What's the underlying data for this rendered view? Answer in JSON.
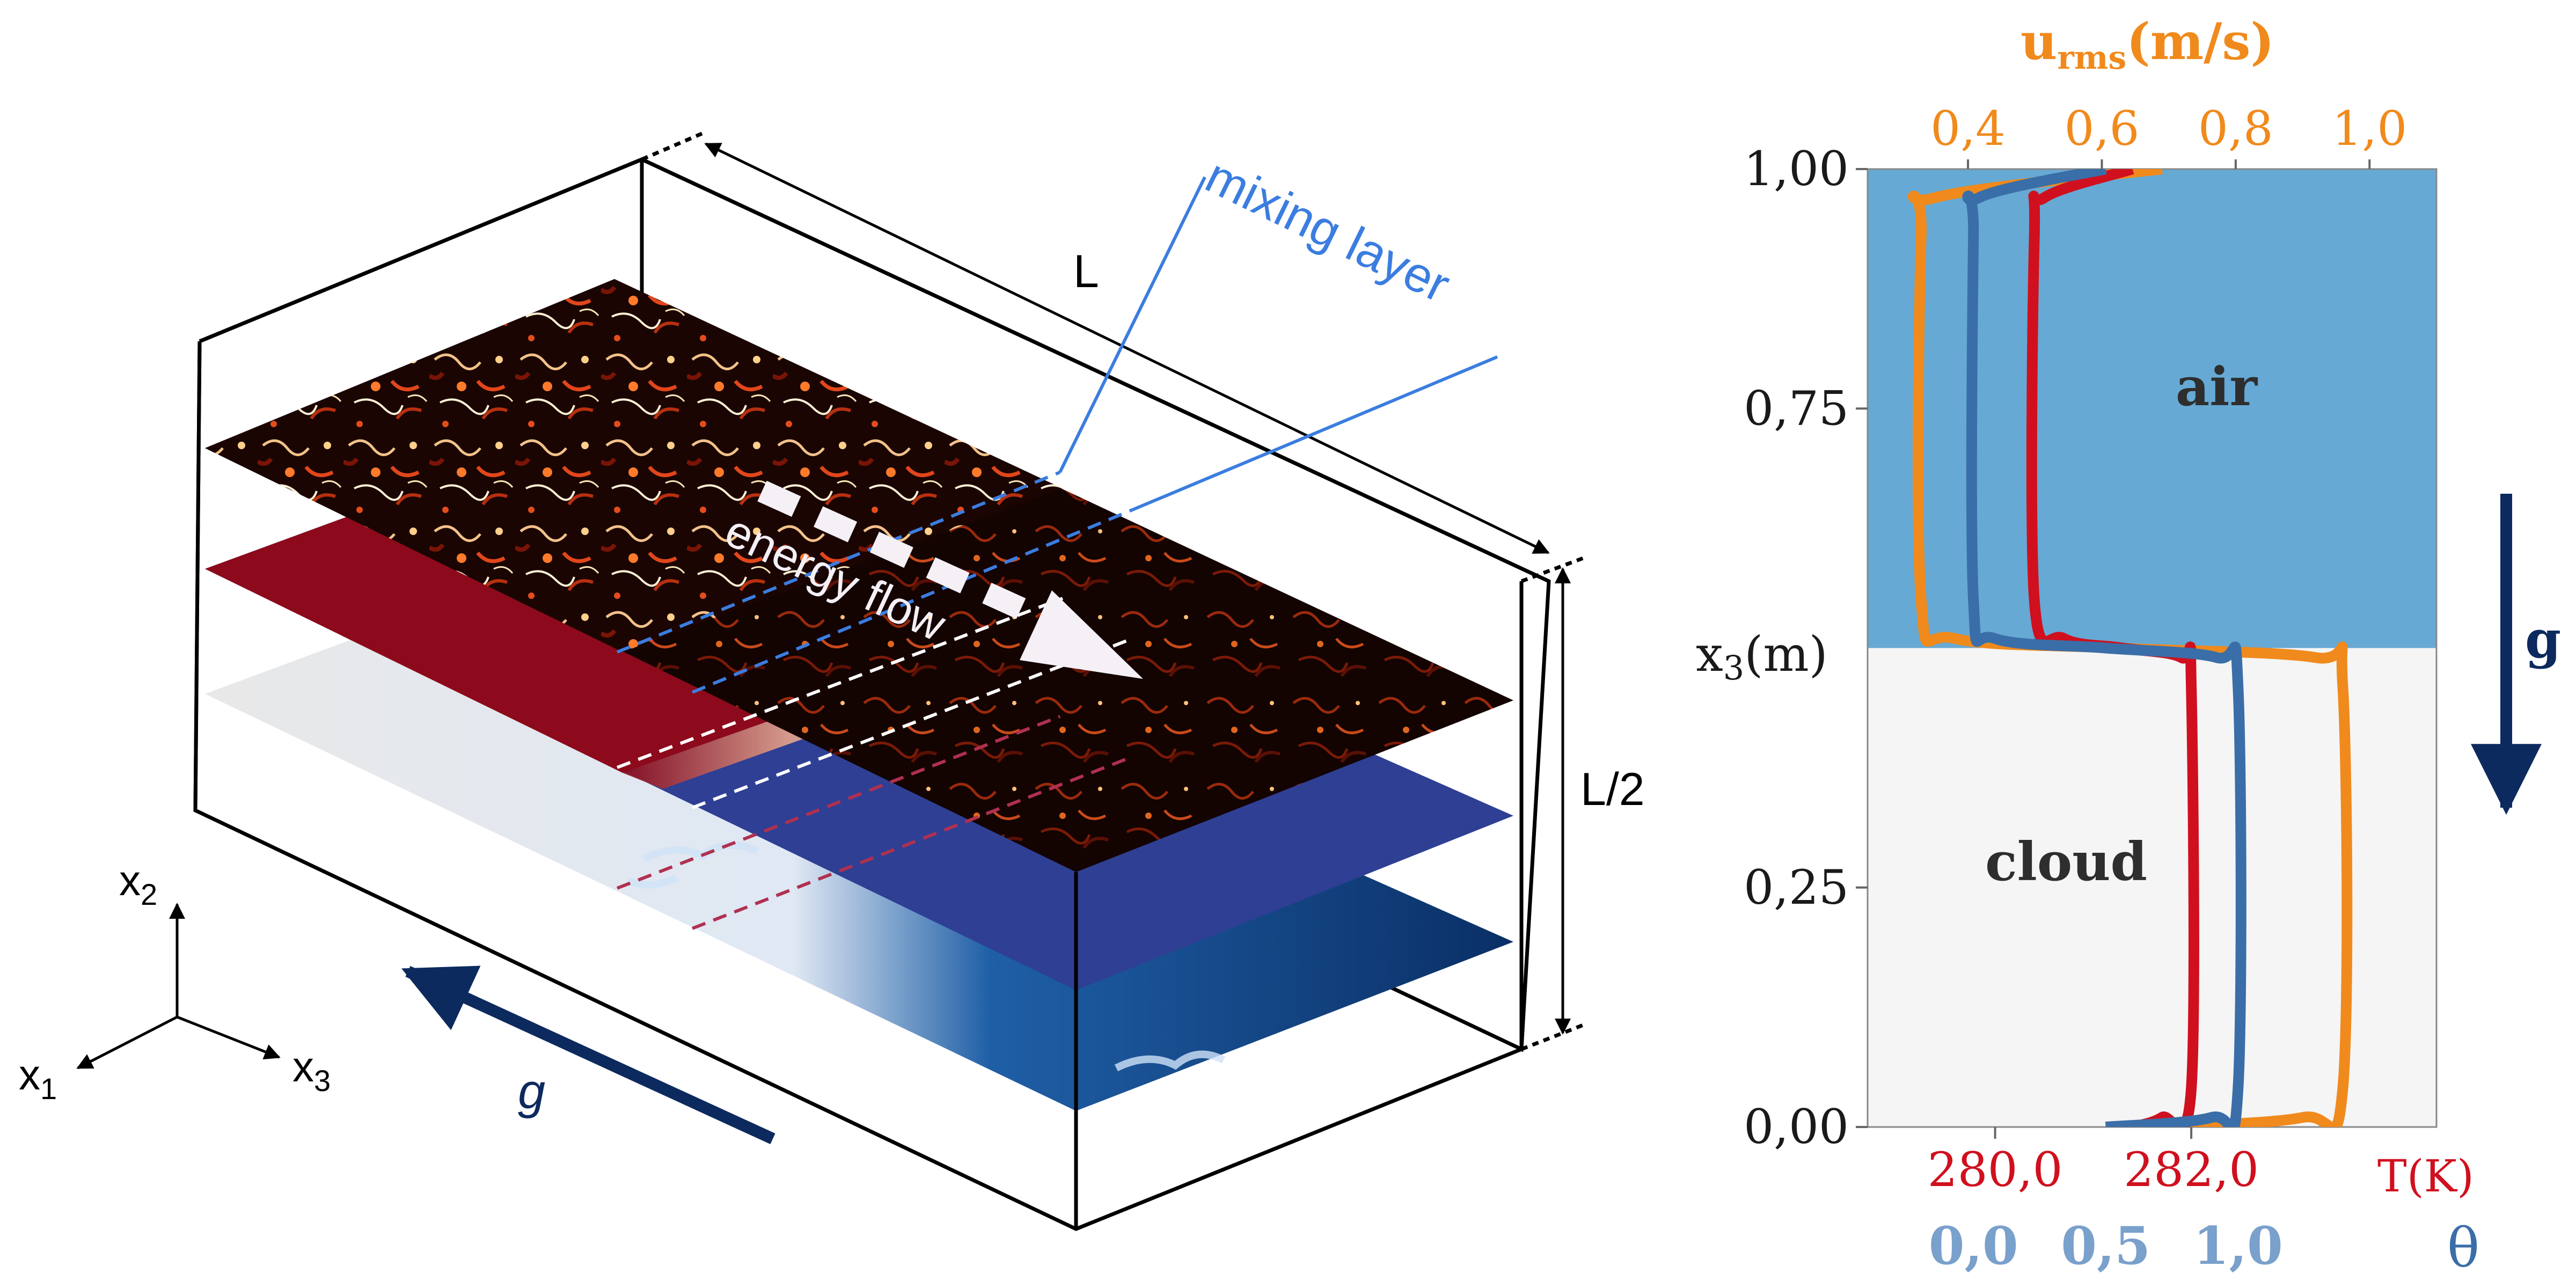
{
  "box": {
    "label_length": "L",
    "label_half_height": "L/2",
    "mixing_layer_label": "mixing layer",
    "energy_flow_label": "energy flow",
    "gravity_label": "g"
  },
  "axes_triad": {
    "x1": "x",
    "x1_sub": "1",
    "x2": "x",
    "x2_sub": "2",
    "x3": "x",
    "x3_sub": "3"
  },
  "colors": {
    "u_rms": "#f08a1c",
    "temperature": "#d0101e",
    "theta": "#3a6ea8",
    "air_region": "#66a9d4",
    "cloud_region": "#f5f5f5",
    "mixing_layer": "#3b7de0",
    "gravity": "#0d2a5e",
    "red_slice": "#8c0a1b",
    "blue_slice": "#2e3f94",
    "deep_blue_slice": "#0a2f66"
  },
  "chart_data": {
    "type": "line",
    "y_axis": {
      "label": "x3(m)",
      "label_main": "x",
      "label_sub": "3",
      "label_unit": "(m)",
      "ticks": [
        "1,00",
        "0,75",
        "0,25",
        "0,00"
      ],
      "tick_values": [
        1.0,
        0.75,
        0.25,
        0.0
      ],
      "range": [
        0,
        1
      ]
    },
    "top_axis": {
      "label": "urms(m/s)",
      "label_main": "u",
      "label_sub": "rms",
      "label_unit": "(m/s)",
      "ticks": [
        "0,4",
        "0,6",
        "0,8",
        "1,0"
      ],
      "tick_values": [
        0.4,
        0.6,
        0.8,
        1.0
      ],
      "range": [
        0.25,
        1.1
      ]
    },
    "bottom_axis_T": {
      "label": "T(K)",
      "ticks": [
        "280,0",
        "282,0"
      ],
      "tick_values": [
        280.0,
        282.0
      ],
      "range": [
        278.7,
        284.5
      ]
    },
    "bottom_axis_theta": {
      "label": "θ",
      "ticks": [
        "0,0",
        "0,5",
        "1,0"
      ],
      "tick_values": [
        0.0,
        0.5,
        1.0
      ],
      "range": [
        -0.4,
        1.75
      ]
    },
    "regions": [
      {
        "name": "air",
        "label": "air",
        "y_range": [
          0.5,
          1.0
        ]
      },
      {
        "name": "cloud",
        "label": "cloud",
        "y_range": [
          0.0,
          0.5
        ]
      }
    ],
    "gravity_label": "g",
    "series": [
      {
        "key": "u_rms",
        "axis": "top",
        "points": [
          [
            0.69,
            1.0
          ],
          [
            0.35,
            0.97
          ],
          [
            0.33,
            0.93
          ],
          [
            0.33,
            0.55
          ],
          [
            0.38,
            0.51
          ],
          [
            0.62,
            0.5
          ],
          [
            0.92,
            0.49
          ],
          [
            0.96,
            0.46
          ],
          [
            0.96,
            0.04
          ],
          [
            0.9,
            0.01
          ],
          [
            0.69,
            0.0
          ]
        ]
      },
      {
        "key": "temperature",
        "axis": "bottom_T",
        "points": [
          [
            281.4,
            1.0
          ],
          [
            280.5,
            0.97
          ],
          [
            280.4,
            0.93
          ],
          [
            280.4,
            0.55
          ],
          [
            280.7,
            0.51
          ],
          [
            281.3,
            0.5
          ],
          [
            281.9,
            0.49
          ],
          [
            282.0,
            0.46
          ],
          [
            282.0,
            0.04
          ],
          [
            281.7,
            0.01
          ],
          [
            281.4,
            0.0
          ]
        ]
      },
      {
        "key": "theta",
        "axis": "bottom_theta",
        "points": [
          [
            0.5,
            1.0
          ],
          [
            0.02,
            0.97
          ],
          [
            0.0,
            0.93
          ],
          [
            0.0,
            0.55
          ],
          [
            0.08,
            0.51
          ],
          [
            0.5,
            0.5
          ],
          [
            0.92,
            0.49
          ],
          [
            1.0,
            0.46
          ],
          [
            1.0,
            0.04
          ],
          [
            0.9,
            0.01
          ],
          [
            0.5,
            0.0
          ]
        ]
      }
    ]
  }
}
